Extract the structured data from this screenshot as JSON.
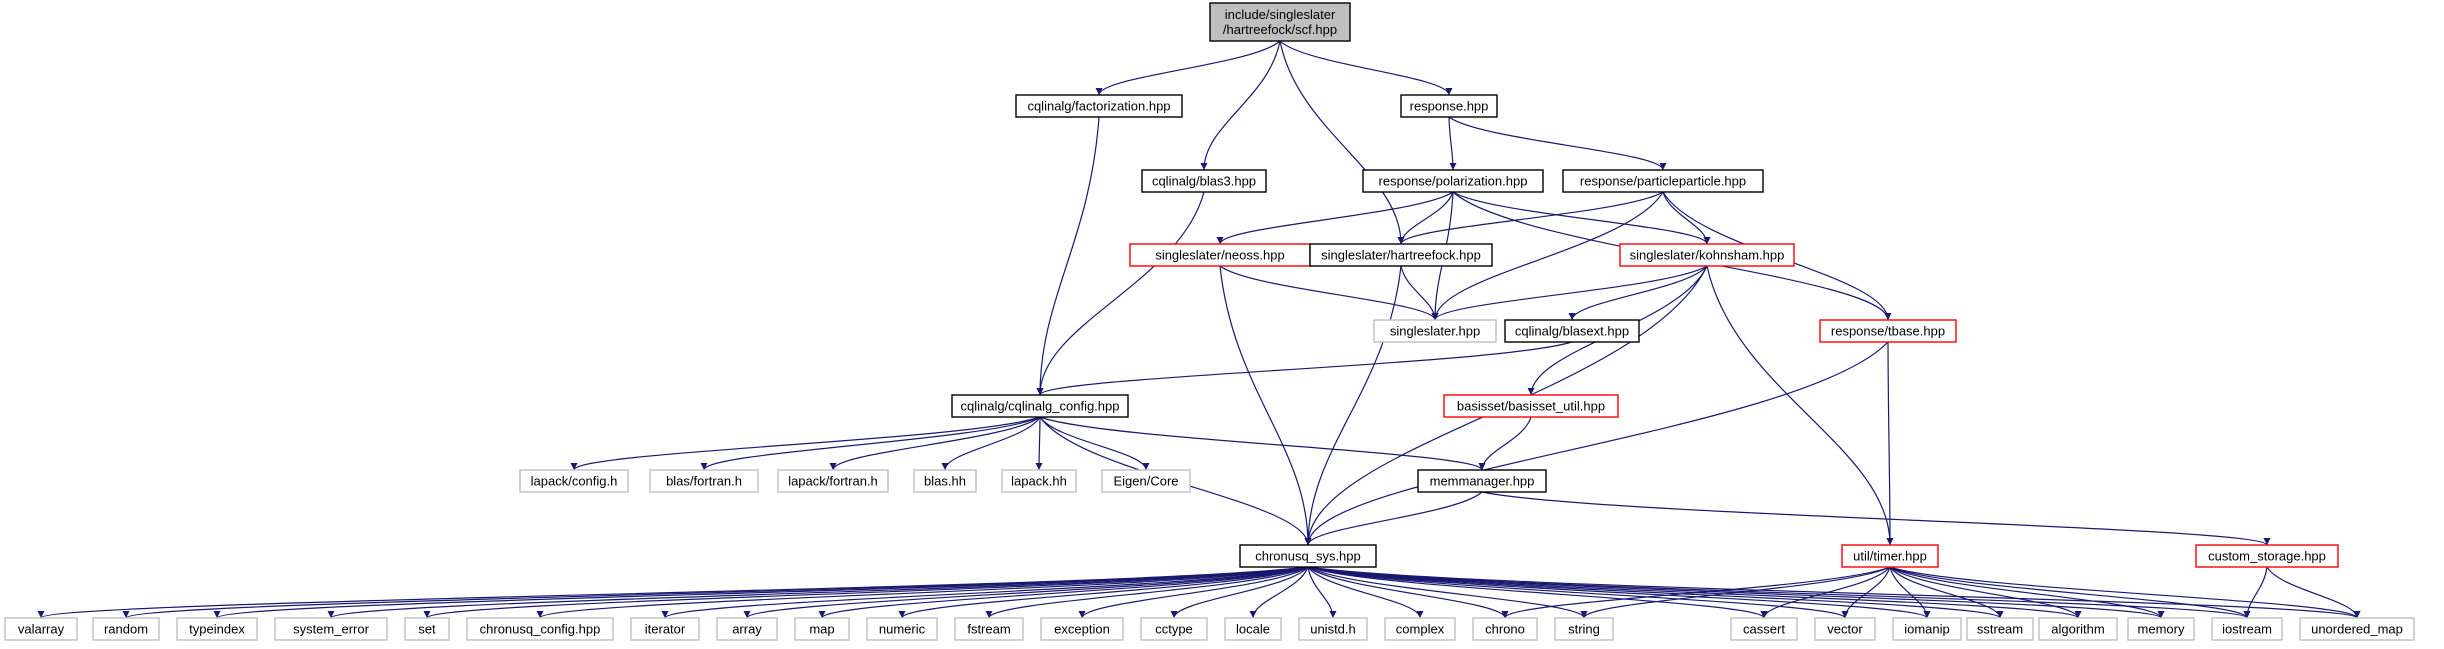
{
  "diagram": {
    "nodes": [
      {
        "id": "scf",
        "lines": [
          "include/singleslater",
          "/hartreefock/scf.hpp"
        ],
        "style": "root"
      },
      {
        "id": "fact",
        "lines": [
          "cqlinalg/factorization.hpp"
        ],
        "style": "black"
      },
      {
        "id": "blas3",
        "lines": [
          "cqlinalg/blas3.hpp"
        ],
        "style": "black"
      },
      {
        "id": "response",
        "lines": [
          "response.hpp"
        ],
        "style": "black"
      },
      {
        "id": "polar",
        "lines": [
          "response/polarization.hpp"
        ],
        "style": "black"
      },
      {
        "id": "pp",
        "lines": [
          "response/particleparticle.hpp"
        ],
        "style": "black"
      },
      {
        "id": "neoss",
        "lines": [
          "singleslater/neoss.hpp"
        ],
        "style": "red"
      },
      {
        "id": "hf",
        "lines": [
          "singleslater/hartreefock.hpp"
        ],
        "style": "black"
      },
      {
        "id": "ks",
        "lines": [
          "singleslater/kohnsham.hpp"
        ],
        "style": "red"
      },
      {
        "id": "ss",
        "lines": [
          "singleslater.hpp"
        ],
        "style": "gray"
      },
      {
        "id": "blasext",
        "lines": [
          "cqlinalg/blasext.hpp"
        ],
        "style": "black"
      },
      {
        "id": "tbase",
        "lines": [
          "response/tbase.hpp"
        ],
        "style": "red"
      },
      {
        "id": "cfg",
        "lines": [
          "cqlinalg/cqlinalg_config.hpp"
        ],
        "style": "black"
      },
      {
        "id": "bsutil",
        "lines": [
          "basisset/basisset_util.hpp"
        ],
        "style": "red"
      },
      {
        "id": "lapcfg",
        "lines": [
          "lapack/config.h"
        ],
        "style": "gray"
      },
      {
        "id": "blasf",
        "lines": [
          "blas/fortran.h"
        ],
        "style": "gray"
      },
      {
        "id": "lapf",
        "lines": [
          "lapack/fortran.h"
        ],
        "style": "gray"
      },
      {
        "id": "blashh",
        "lines": [
          "blas.hh"
        ],
        "style": "gray"
      },
      {
        "id": "laphh",
        "lines": [
          "lapack.hh"
        ],
        "style": "gray"
      },
      {
        "id": "eigen",
        "lines": [
          "Eigen/Core"
        ],
        "style": "gray"
      },
      {
        "id": "memm",
        "lines": [
          "memmanager.hpp"
        ],
        "style": "black"
      },
      {
        "id": "sys",
        "lines": [
          "chronusq_sys.hpp"
        ],
        "style": "black"
      },
      {
        "id": "timer",
        "lines": [
          "util/timer.hpp"
        ],
        "style": "red"
      },
      {
        "id": "custom",
        "lines": [
          "custom_storage.hpp"
        ],
        "style": "red"
      },
      {
        "id": "valarray",
        "lines": [
          "valarray"
        ],
        "style": "gray"
      },
      {
        "id": "random",
        "lines": [
          "random"
        ],
        "style": "gray"
      },
      {
        "id": "typeindex",
        "lines": [
          "typeindex"
        ],
        "style": "gray"
      },
      {
        "id": "syserr",
        "lines": [
          "system_error"
        ],
        "style": "gray"
      },
      {
        "id": "set",
        "lines": [
          "set"
        ],
        "style": "gray"
      },
      {
        "id": "chcfg",
        "lines": [
          "chronusq_config.hpp"
        ],
        "style": "gray"
      },
      {
        "id": "iterator",
        "lines": [
          "iterator"
        ],
        "style": "gray"
      },
      {
        "id": "array",
        "lines": [
          "array"
        ],
        "style": "gray"
      },
      {
        "id": "map",
        "lines": [
          "map"
        ],
        "style": "gray"
      },
      {
        "id": "numeric",
        "lines": [
          "numeric"
        ],
        "style": "gray"
      },
      {
        "id": "fstream",
        "lines": [
          "fstream"
        ],
        "style": "gray"
      },
      {
        "id": "exception",
        "lines": [
          "exception"
        ],
        "style": "gray"
      },
      {
        "id": "cctype",
        "lines": [
          "cctype"
        ],
        "style": "gray"
      },
      {
        "id": "locale",
        "lines": [
          "locale"
        ],
        "style": "gray"
      },
      {
        "id": "unistd",
        "lines": [
          "unistd.h"
        ],
        "style": "gray"
      },
      {
        "id": "complex",
        "lines": [
          "complex"
        ],
        "style": "gray"
      },
      {
        "id": "chrono",
        "lines": [
          "chrono"
        ],
        "style": "gray"
      },
      {
        "id": "string",
        "lines": [
          "string"
        ],
        "style": "gray"
      },
      {
        "id": "cassert",
        "lines": [
          "cassert"
        ],
        "style": "gray"
      },
      {
        "id": "vector",
        "lines": [
          "vector"
        ],
        "style": "gray"
      },
      {
        "id": "iomanip",
        "lines": [
          "iomanip"
        ],
        "style": "gray"
      },
      {
        "id": "sstream",
        "lines": [
          "sstream"
        ],
        "style": "gray"
      },
      {
        "id": "algorithm",
        "lines": [
          "algorithm"
        ],
        "style": "gray"
      },
      {
        "id": "memory",
        "lines": [
          "memory"
        ],
        "style": "gray"
      },
      {
        "id": "iostream",
        "lines": [
          "iostream"
        ],
        "style": "gray"
      },
      {
        "id": "umap",
        "lines": [
          "unordered_map"
        ],
        "style": "gray"
      }
    ],
    "edges": [
      [
        "scf",
        "fact"
      ],
      [
        "scf",
        "blas3"
      ],
      [
        "scf",
        "response"
      ],
      [
        "scf",
        "hf"
      ],
      [
        "fact",
        "cfg"
      ],
      [
        "blas3",
        "cfg"
      ],
      [
        "response",
        "polar"
      ],
      [
        "response",
        "pp"
      ],
      [
        "polar",
        "neoss"
      ],
      [
        "polar",
        "hf"
      ],
      [
        "polar",
        "ks"
      ],
      [
        "polar",
        "ss"
      ],
      [
        "polar",
        "tbase"
      ],
      [
        "pp",
        "hf"
      ],
      [
        "pp",
        "ks"
      ],
      [
        "pp",
        "ss"
      ],
      [
        "pp",
        "tbase"
      ],
      [
        "neoss",
        "ss"
      ],
      [
        "neoss",
        "sys"
      ],
      [
        "hf",
        "ss"
      ],
      [
        "hf",
        "sys"
      ],
      [
        "ks",
        "ss"
      ],
      [
        "ks",
        "blasext"
      ],
      [
        "ks",
        "bsutil"
      ],
      [
        "ks",
        "sys"
      ],
      [
        "ks",
        "timer"
      ],
      [
        "blasext",
        "cfg"
      ],
      [
        "tbase",
        "sys"
      ],
      [
        "tbase",
        "timer"
      ],
      [
        "cfg",
        "lapcfg"
      ],
      [
        "cfg",
        "blasf"
      ],
      [
        "cfg",
        "lapf"
      ],
      [
        "cfg",
        "blashh"
      ],
      [
        "cfg",
        "laphh"
      ],
      [
        "cfg",
        "eigen"
      ],
      [
        "cfg",
        "memm"
      ],
      [
        "cfg",
        "sys"
      ],
      [
        "bsutil",
        "memm"
      ],
      [
        "memm",
        "sys"
      ],
      [
        "memm",
        "custom"
      ],
      [
        "sys",
        "valarray"
      ],
      [
        "sys",
        "random"
      ],
      [
        "sys",
        "typeindex"
      ],
      [
        "sys",
        "syserr"
      ],
      [
        "sys",
        "set"
      ],
      [
        "sys",
        "chcfg"
      ],
      [
        "sys",
        "iterator"
      ],
      [
        "sys",
        "array"
      ],
      [
        "sys",
        "map"
      ],
      [
        "sys",
        "numeric"
      ],
      [
        "sys",
        "fstream"
      ],
      [
        "sys",
        "exception"
      ],
      [
        "sys",
        "cctype"
      ],
      [
        "sys",
        "locale"
      ],
      [
        "sys",
        "unistd"
      ],
      [
        "sys",
        "complex"
      ],
      [
        "sys",
        "chrono"
      ],
      [
        "sys",
        "string"
      ],
      [
        "sys",
        "cassert"
      ],
      [
        "sys",
        "vector"
      ],
      [
        "sys",
        "iomanip"
      ],
      [
        "sys",
        "sstream"
      ],
      [
        "sys",
        "algorithm"
      ],
      [
        "sys",
        "memory"
      ],
      [
        "sys",
        "iostream"
      ],
      [
        "sys",
        "umap"
      ],
      [
        "timer",
        "chrono"
      ],
      [
        "timer",
        "string"
      ],
      [
        "timer",
        "cassert"
      ],
      [
        "timer",
        "vector"
      ],
      [
        "timer",
        "iomanip"
      ],
      [
        "timer",
        "sstream"
      ],
      [
        "timer",
        "algorithm"
      ],
      [
        "timer",
        "memory"
      ],
      [
        "timer",
        "iostream"
      ],
      [
        "timer",
        "umap"
      ],
      [
        "custom",
        "iostream"
      ],
      [
        "custom",
        "umap"
      ]
    ]
  },
  "colors": {
    "edge": "#191970",
    "root_fill": "#bfbfbf",
    "black_border": "#000000",
    "red_border": "#ff0000",
    "gray_border": "#bfbfbf"
  }
}
